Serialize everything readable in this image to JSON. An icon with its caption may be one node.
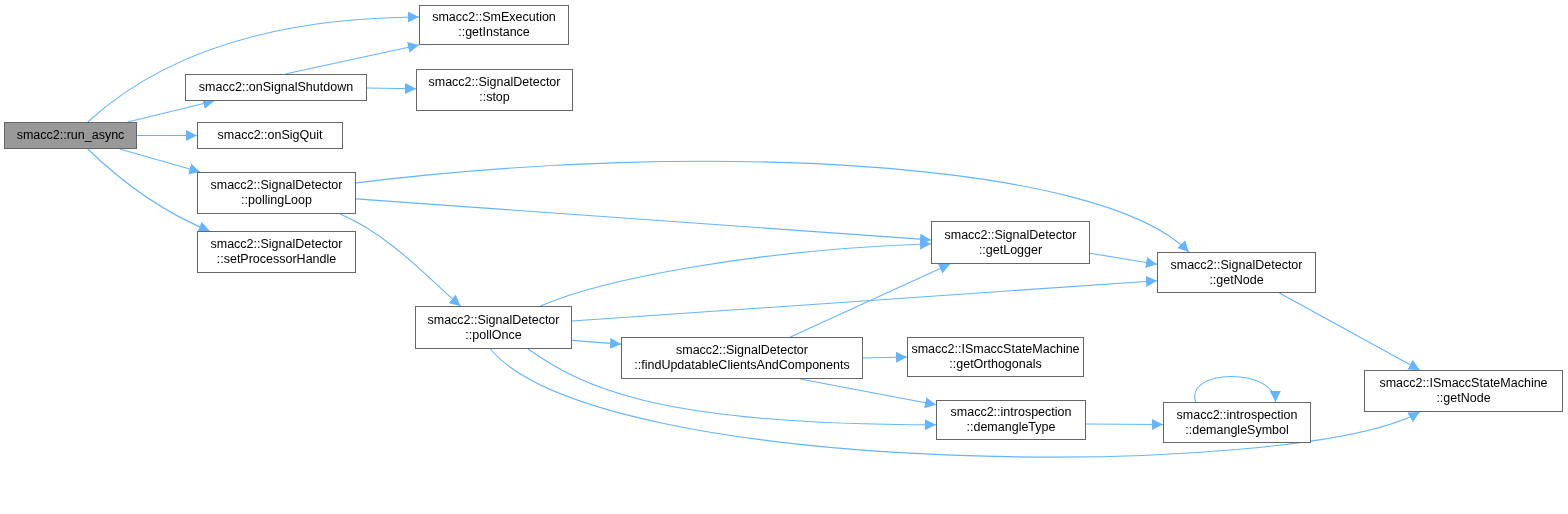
{
  "diagram": {
    "nodes": [
      {
        "text": [
          "smacc2::run_async"
        ]
      },
      {
        "text": [
          "smacc2::SmExecution ::getInstance"
        ]
      },
      {
        "text": [
          "smacc2::onSignalShutdown"
        ]
      },
      {
        "text": [
          "smacc2::SignalDetector ::stop"
        ]
      },
      {
        "text": [
          "smacc2::onSigQuit"
        ]
      },
      {
        "text": [
          "smacc2::SignalDetector ::pollingLoop"
        ]
      },
      {
        "text": [
          "smacc2::SignalDetector ::setProcessorHandle"
        ]
      },
      {
        "text": [
          "smacc2::SignalDetector ::pollOnce"
        ]
      },
      {
        "text": [
          "smacc2::SignalDetector ::getLogger"
        ]
      },
      {
        "text": [
          "smacc2::SignalDetector ::getNode"
        ]
      },
      {
        "text": [
          "smacc2::SignalDetector ::findUpdatableClientsAndComponents"
        ]
      },
      {
        "text": [
          "smacc2::ISmaccStateMachine ::getOrthogonals"
        ]
      },
      {
        "text": [
          "smacc2::introspection ::demangleType"
        ]
      },
      {
        "text": [
          "smacc2::introspection ::demangleSymbol"
        ]
      },
      {
        "text": [
          "smacc2::ISmaccStateMachine ::getNode"
        ]
      }
    ],
    "edges": [
      {
        "from": 0,
        "to": 1,
        "arrow": "to"
      },
      {
        "from": 0,
        "to": 2,
        "arrow": "to"
      },
      {
        "from": 0,
        "to": 4,
        "arrow": "to"
      },
      {
        "from": 0,
        "to": 5,
        "arrow": "to"
      },
      {
        "from": 0,
        "to": 6,
        "arrow": "to"
      },
      {
        "from": 2,
        "to": 1,
        "arrow": "to"
      },
      {
        "from": 2,
        "to": 3,
        "arrow": "to"
      },
      {
        "from": 5,
        "to": 9,
        "arrow": "to"
      },
      {
        "from": 5,
        "to": 8,
        "arrow": "to"
      },
      {
        "from": 5,
        "to": 7,
        "arrow": "to"
      },
      {
        "from": 7,
        "to": 8,
        "arrow": "to"
      },
      {
        "from": 7,
        "to": 9,
        "arrow": "to"
      },
      {
        "from": 7,
        "to": 10,
        "arrow": "to"
      },
      {
        "from": 7,
        "to": 12,
        "arrow": "to"
      },
      {
        "from": 7,
        "to": 14,
        "arrow": "to"
      },
      {
        "from": 10,
        "to": 8,
        "arrow": "to"
      },
      {
        "from": 10,
        "to": 11,
        "arrow": "to"
      },
      {
        "from": 10,
        "to": 12,
        "arrow": "to"
      },
      {
        "from": 8,
        "to": 9,
        "arrow": "to"
      },
      {
        "from": 9,
        "to": 14,
        "arrow": "to"
      },
      {
        "from": 12,
        "to": 13,
        "arrow": "to"
      },
      {
        "from": 13,
        "to": 13,
        "arrow": "to"
      }
    ]
  }
}
